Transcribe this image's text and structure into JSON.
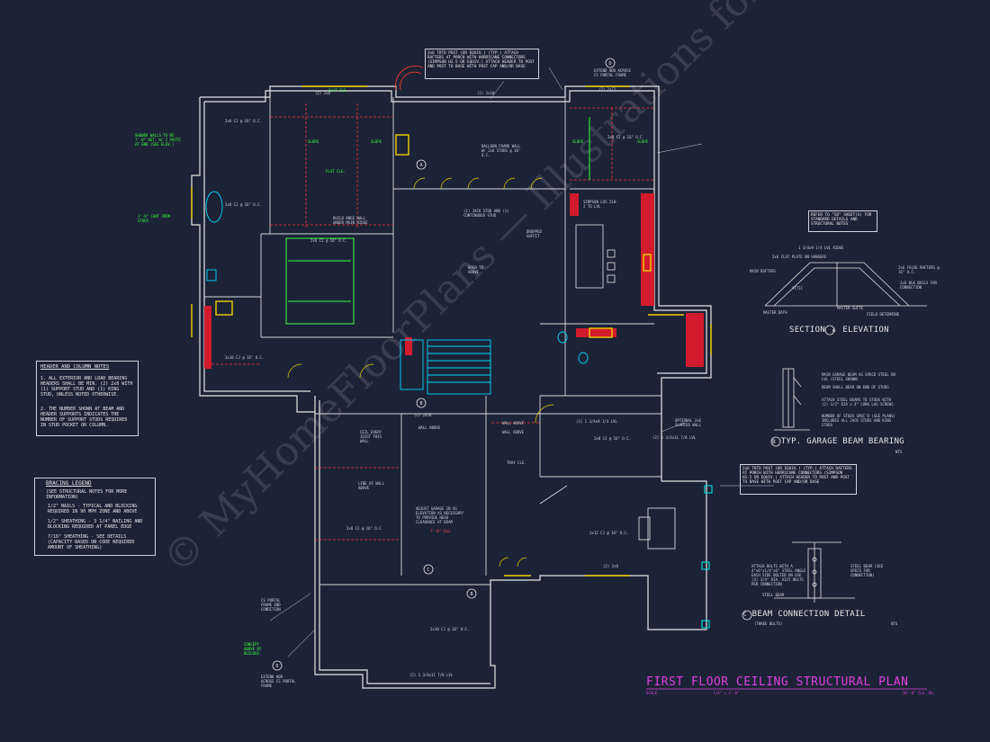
{
  "plan": {
    "title": "FIRST FLOOR CEILING STRUCTURAL PLAN",
    "scale_label": "SCALE",
    "scale_value": "1/4\" = 1'-0\"",
    "sheet_note": "10'-0\" CLG. HG.",
    "watermark": "© MyHomeFloorPlans — Illustrations for Construction"
  },
  "header_notes": {
    "title": "HEADER AND COLUMN NOTES",
    "items": [
      "1. ALL EXTERIOR AND LOAD BEARING HEADERS SHALL BE MIN. (2) 2x8 WITH (1) SUPPORT STUD AND (1) KING STUD, UNLESS NOTED OTHERWISE.",
      "2. THE NUMBER SHOWN AT BEAM AND HEADER SUPPORTS INDICATES THE NUMBER OF SUPPORT STUDS REQUIRED IN STUD POCKET OR COLUMN."
    ]
  },
  "bracing": {
    "title": "BRACING LEGEND",
    "subtitle": "(SEE STRUCTURAL NOTES FOR MORE INFORMATION)",
    "items": [
      "1/2\" NAILS - TYPICAL AND BLOCKING REQUIRED IN 90 MPH ZONE AND ABOVE",
      "1/2\" SHEATHING - 3 1/4\" NAILING AND BLOCKING REQUIRED AT PANEL EDGE",
      "7/16\" SHEATHING - SEE DETAILS (CAPACITY BASED ON CODE REQUIRED AMOUNT OF SHEATHING)"
    ]
  },
  "section_a": {
    "refer": "REFER TO \"SD\" SHEET(S) FOR STANDARD DETAILS AND STRUCTURAL NOTES",
    "labels": [
      "1 3/4x9 1/4 LVL RIDGE",
      "2x6 FLAT PLATE ON HANGERS",
      "MAIN RAFTERS",
      "ATTIC",
      "2x6 FALSE RAFTERS @ 16\" O.C.",
      "2x6 BLK NAILS FOR CONNECTION",
      "MASTER BATH",
      "MASTER SUITE",
      "FIELD DETERMINE"
    ],
    "title": "SECTION",
    "marker": "A",
    "title2": "ELEVATION"
  },
  "section_b": {
    "notes": [
      "MAIN GARAGE BEAM AS SPECD STEEL OR LVL (STEEL SHOWN)",
      "BEAM SHALL BEAR ON END OF STUDS",
      "ATTACH STEEL BEAMS TO STUDS WITH (2) 1/2\" DIA x 4\" LONG LAG SCREWS",
      "NUMBER OF STUDS SPEC'D (SEE PLANS) INCLUDES ALL JACK STUDS AND KING STUDS"
    ],
    "marker": "B",
    "title": "TYP. GARAGE BEAM BEARING",
    "nts": "NTS"
  },
  "section_c": {
    "notes": [
      "ATTACH BOLTS WITH A 4\"x6\"x1/4\"x6\" STEEL ANGLE EACH SIDE BOLTED ON USE (3) 3/4\" DIA. A325 BOLTS PER CONNECTION",
      "STEEL BEAM (SEE SPECS FOR CONNECTION)",
      "STEEL BEAM"
    ],
    "marker": "C",
    "title": "BEAM CONNECTION DETAIL",
    "sub": "(THREE BOLTS)",
    "nts": "NTS"
  },
  "porch_notes": [
    "2x6 TRTD POST (OR EQUIV.) (TYP.) ATTACH RAFTERS AT PORCH WITH HURRICANE CONNECTORS (SIMPSON H2.5 OR EQUIV.) ATTACH HEADER TO POST AND POST TO BASE WITH POST CAP AND/OR BASE",
    "2x6 TRTD POST (OR EQUIV.) (TYP.) ATTACH RAFTERS AT PORCH WITH HURRICANE CONNECTORS (SIMPSON H2.5 OR EQUIV.) ATTACH HEADER TO POST AND POST TO BASE WITH POST CAP AND/OR BASE"
  ],
  "plan_labels": {
    "shower": "SHOWER WALLS TO BE 7'-0\" HGT. W/ 2 POSTS AT END (SEE ELEV.)",
    "cant": "1'-0\" CANT FROM STUDS",
    "flat1": "FLAT CLG.",
    "flat2": "FLAT CLG.",
    "slope1": "SLOPE",
    "slope2": "SLOPE",
    "slope3": "SLOPE",
    "slope4": "SLOPE",
    "balloon": "BALLOON FRAME WALL W/ 2x6 STUDS @ 16\" O.C.",
    "jack": "(1) JACK STUD AND (1) CONTINUOUS STUD",
    "kneewall": "BUILD KNEE WALL UNDER MAIN RIDGE",
    "open": "OPEN TO ABOVE",
    "dropped": "DROPPED SOFFIT",
    "simpson": "SIMPSON LUS 210-2 TO LVL",
    "ext_hdr_top": "EXTEND HDR ACROSS CS PORTAL FRAME",
    "ext_hdr_bot": "EXTEND HDR ACROSS CS PORTAL FRAME",
    "cs_portal": "CS PORTAL FRAME END CONDITION",
    "cutoff": "(2) 1 3/4x11 7/8 LVL",
    "garage": "ADJUST GARAGE IN AS ELEVATION AS NECESSARY TO PROVIDE HEAD CLEARANCE AT BEAM",
    "garage_clg": "7'-0\" CLG.",
    "tray": "TRAY CLG.",
    "optional": "OPTIONAL 2x6 SLANTED WALL",
    "above_by": "CONCEPT ABOVE BY BUILDER",
    "ceil_every": "CEIL EVERY JOIST THIS WALL",
    "line_of_wall": "LINE OF WALL ABOVE",
    "wall_above1": "WALL ABOVE",
    "wall_above2": "WALL ABOVE",
    "wall_above3": "WALL ABOVE",
    "joists": [
      "2x8 CJ @ 16\" O.C.",
      "2x10 CJ @ 16\" O.C.",
      "2x6 CJ @ 16\" O.C.",
      "2x12 CJ @ 16\" O.C."
    ],
    "headers": [
      "(2) 2x8",
      "(2) 2x10",
      "(2) 2x12",
      "(3) 1 3/4x9 1/4 LVL",
      "(2) 1 3/4x11 7/8 LVL"
    ],
    "marker_a": "A",
    "marker_b": "B",
    "marker_c": "C",
    "marker_d": "D"
  }
}
